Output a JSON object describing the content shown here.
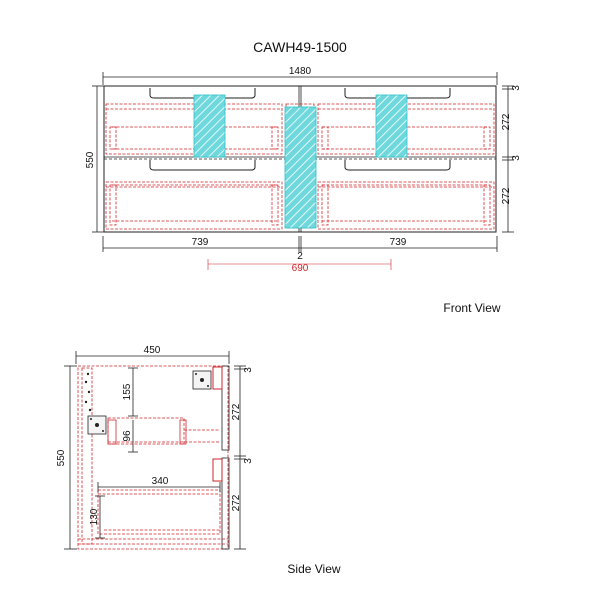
{
  "title": "CAWH49-1500",
  "front_view": {
    "label": "Front View",
    "dims": {
      "overall_width": "1480",
      "overall_height": "550",
      "left_width": "739",
      "right_width": "739",
      "gap": "2",
      "inner_width": "690",
      "top_gap": "3",
      "top_drawer_height": "272",
      "mid_gap": "3",
      "bottom_drawer_height": "272"
    }
  },
  "side_view": {
    "label": "Side View",
    "dims": {
      "depth": "450",
      "height": "550",
      "upper_inner_height": "155",
      "upper_drawer_height": "96",
      "lower_drawer_depth": "340",
      "lower_drawer_height": "130",
      "top_gap": "3",
      "top_drawer_height": "272",
      "mid_gap": "3",
      "bottom_drawer_height": "272"
    }
  },
  "colors": {
    "outline": "#222222",
    "drawer": "#d0262b",
    "highlight": "#2ec4c8",
    "dim_red": "#d0262b"
  }
}
